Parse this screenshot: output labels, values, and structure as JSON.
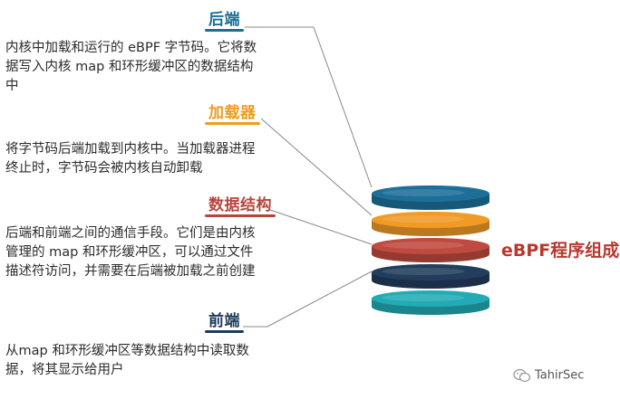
{
  "diagram": {
    "main_title": "eBPF程序组成",
    "components": [
      {
        "title": "后端",
        "color": "#1b6f95",
        "description": [
          "内核中加载和运行的 eBPF 字节码。它将数",
          "据写入内核 map 和环形缓冲区的数据结构",
          "中"
        ]
      },
      {
        "title": "加载器",
        "color": "#ef9a22",
        "description": [
          "将字节码后端加载到内核中。当加载器进程",
          "终止时，字节码会被内核自动卸载"
        ]
      },
      {
        "title": "数据结构",
        "color": "#b5463d",
        "description": [
          "后端和前端之间的通信手段。它们是由内核",
          "管理的 map 和环形缓冲区，可以通过文件",
          "描述符访问，并需要在后端被加载之前创建"
        ]
      },
      {
        "title": "前端",
        "color": "#1f3b58",
        "description": [
          "从map 和环形缓冲区等数据结构中读取数",
          "据，将其显示给用户"
        ]
      }
    ],
    "stack_colors": [
      "#1d6f99",
      "#f19a26",
      "#bf4a3f",
      "#223e5c",
      "#22abb5"
    ]
  },
  "watermark": {
    "text": "TahirSec",
    "icon": "wechat-icon"
  }
}
